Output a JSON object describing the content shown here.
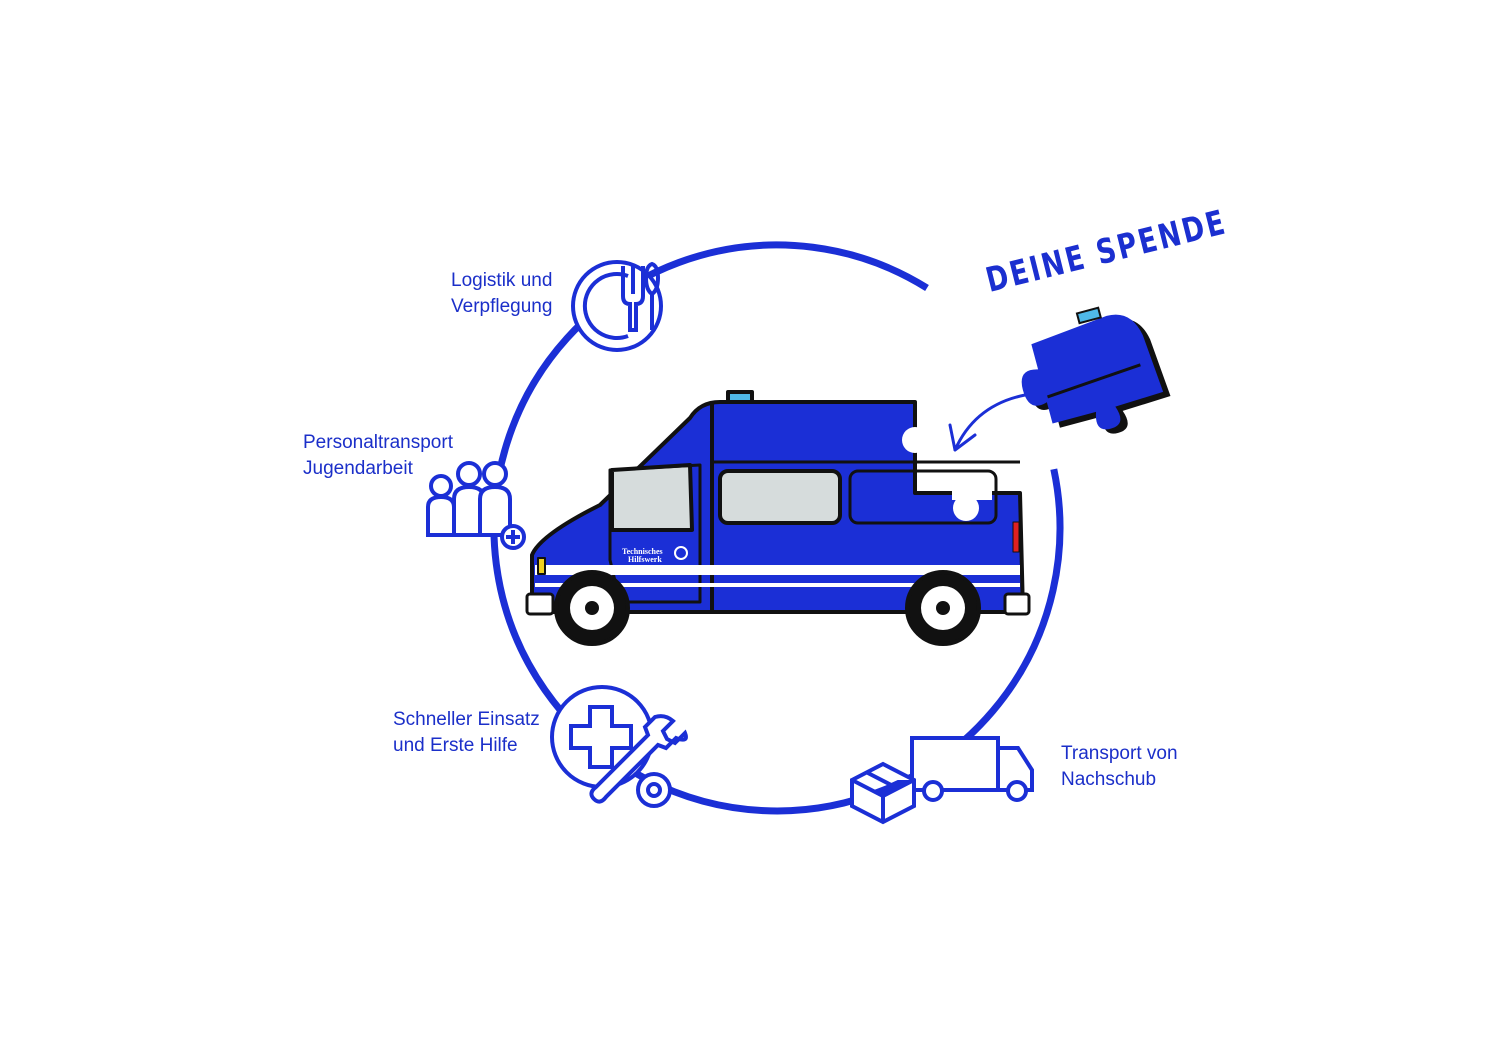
{
  "colors": {
    "brand_blue": "#1b2fd6",
    "text_blue": "#1b2fc9",
    "beacon": "#4fb8e8",
    "window": "#d6dcdc"
  },
  "headline": "DEINE SPENDE",
  "van_lettering": [
    "Technisches",
    "Hilfswerk"
  ],
  "items": [
    {
      "icon": "plate-cutlery-icon",
      "lines": [
        "Logistik und",
        "Verpflegung"
      ]
    },
    {
      "icon": "people-plus-icon",
      "lines": [
        "Personaltransport",
        "Jugendarbeit"
      ]
    },
    {
      "icon": "firstaid-tools-icon",
      "lines": [
        "Schneller Einsatz",
        "und Erste Hilfe"
      ]
    },
    {
      "icon": "truck-box-icon",
      "lines": [
        "Transport von",
        "Nachschub"
      ]
    }
  ]
}
